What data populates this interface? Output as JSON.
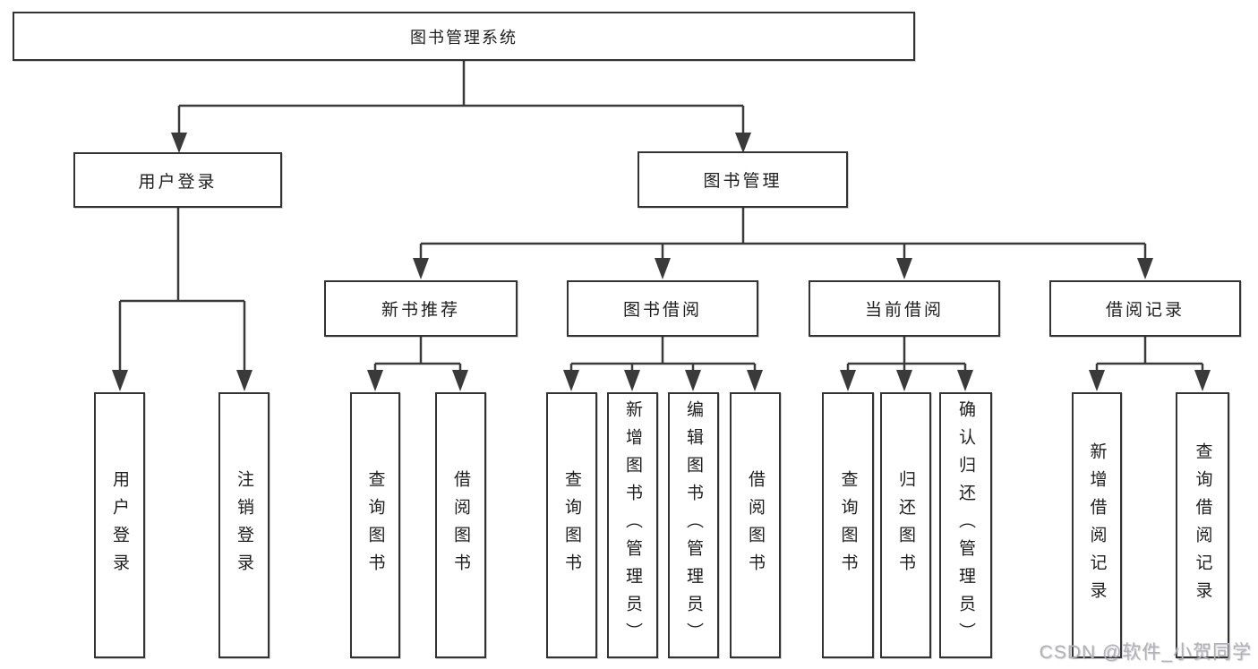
{
  "diagram_title": "图书管理系统",
  "tree": {
    "root": {
      "label": "图书管理系统"
    },
    "user_login": {
      "label": "用户登录",
      "children": [
        {
          "label": "用户登录"
        },
        {
          "label": "注销登录"
        }
      ]
    },
    "book_management": {
      "label": "图书管理",
      "modules": [
        {
          "label": "新书推荐",
          "children": [
            {
              "label": "查询图书"
            },
            {
              "label": "借阅图书"
            }
          ]
        },
        {
          "label": "图书借阅",
          "children": [
            {
              "label": "查询图书"
            },
            {
              "label": "新增图书（管理员）"
            },
            {
              "label": "编辑图书（管理员）"
            },
            {
              "label": "借阅图书"
            }
          ]
        },
        {
          "label": "当前借阅",
          "children": [
            {
              "label": "查询图书"
            },
            {
              "label": "归还图书"
            },
            {
              "label": "确认归还（管理员）"
            }
          ]
        },
        {
          "label": "借阅记录",
          "children": [
            {
              "label": "新增借阅记录"
            },
            {
              "label": "查询借阅记录"
            }
          ]
        }
      ]
    }
  },
  "watermark": {
    "text": "CSDN @软件_小贺同学"
  },
  "colors": {
    "line": "#3a3a3a",
    "border": "#333333",
    "text": "#1e1e1e",
    "watermark": "#b3b0ba",
    "background": "#ffffff"
  }
}
